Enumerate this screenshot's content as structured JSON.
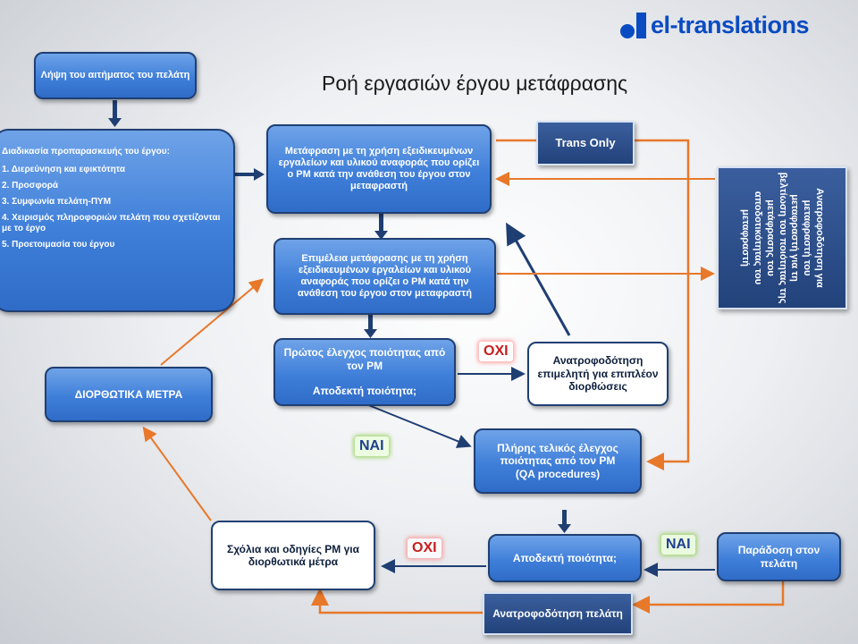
{
  "logo": {
    "text": "el-translations",
    "color": "#0a4bc2"
  },
  "title": "Ροή εργασιών έργου μετάφρασης",
  "colors": {
    "box_blue": "#3f7fd9",
    "box_border": "#1f3f73",
    "arrow_orange": "#e8782a",
    "arrow_navy": "#1f3f73"
  },
  "nodes": {
    "request": "Λήψη του αιτήματος του πελάτη",
    "prep": {
      "heading": "Διαδικασία  προπαρασκευής του έργου:",
      "steps": [
        "1. Διερεύνηση  και εφικτότητα",
        "2. Προσφορά",
        "3. Συμφωνία πελάτη-ΠΥΜ",
        "4. Χειρισμός πληροφοριών πελάτη που σχετίζονται με το έργο",
        "5. Προετοιμασία  του έργου"
      ]
    },
    "translation": "Μετάφραση με τη χρήση εξειδικευμένων εργαλείων και υλικού αναφοράς που ορίζει ο PM κατά την ανάθεση του έργου στον μεταφραστή",
    "trans_only": "Trans  Only",
    "feedback_translator": "Ανατροφοδότηση για μεταφραστή του μεταφραστή για τη βελτίωση του ποιότητας της μετάφρασης του αποδοτικότητας του μεταφραστή",
    "editing": "Επιμέλεια μετάφρασης με τη χρήση εξειδικευμένων εργαλείων και υλικού αναφοράς που ορίζει ο PM κατά την ανάθεση του έργου στον μεταφραστή",
    "first_check": "Πρώτος έλεγχος ποιότητας από τον PM\n\nΑποδεκτή  ποιότητα;",
    "feedback_editor": "Ανατροφοδότηση επιμελητή για επιπλέον διορθώσεις",
    "corrective": "ΔΙΟΡΘΩΤΙΚΑ ΜΕΤΡΑ",
    "final_check": "Πλήρης τελικός έλεγχος  ποιότητας από τον PM\n(QA procedures)",
    "comments": "Σχόλια και οδηγίες PM για διορθωτικά μέτρα",
    "acceptable": "Αποδεκτή  ποιότητα;",
    "delivery": "Παράδοση στον πελάτη",
    "client_feedback": "Ανατροφοδότηση πελάτη"
  },
  "labels": {
    "no_1": "ΟΧΙ",
    "yes_1": "ΝΑΙ",
    "no_2": "ΟΧΙ",
    "yes_2": "ΝΑΙ"
  }
}
